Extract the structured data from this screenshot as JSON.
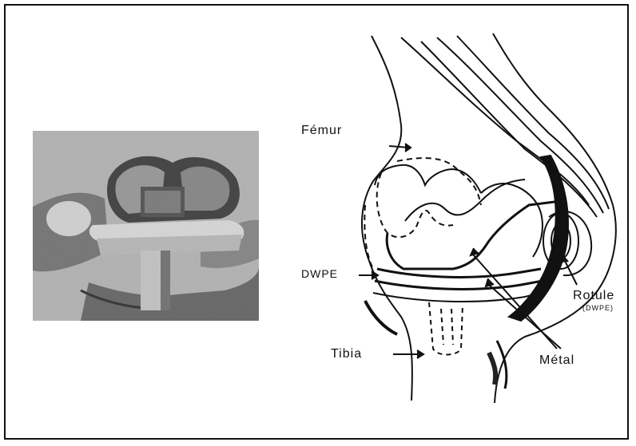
{
  "figure": {
    "labels": {
      "femur": "Fémur",
      "dwpe": "DWPE",
      "rotule": "Rotule",
      "rotule_sub": "(DWPE)",
      "tibia": "Tibia",
      "metal": "Métal"
    },
    "colors": {
      "ink": "#111111",
      "background": "#ffffff",
      "photo_gray": "#8a8a8a"
    }
  }
}
